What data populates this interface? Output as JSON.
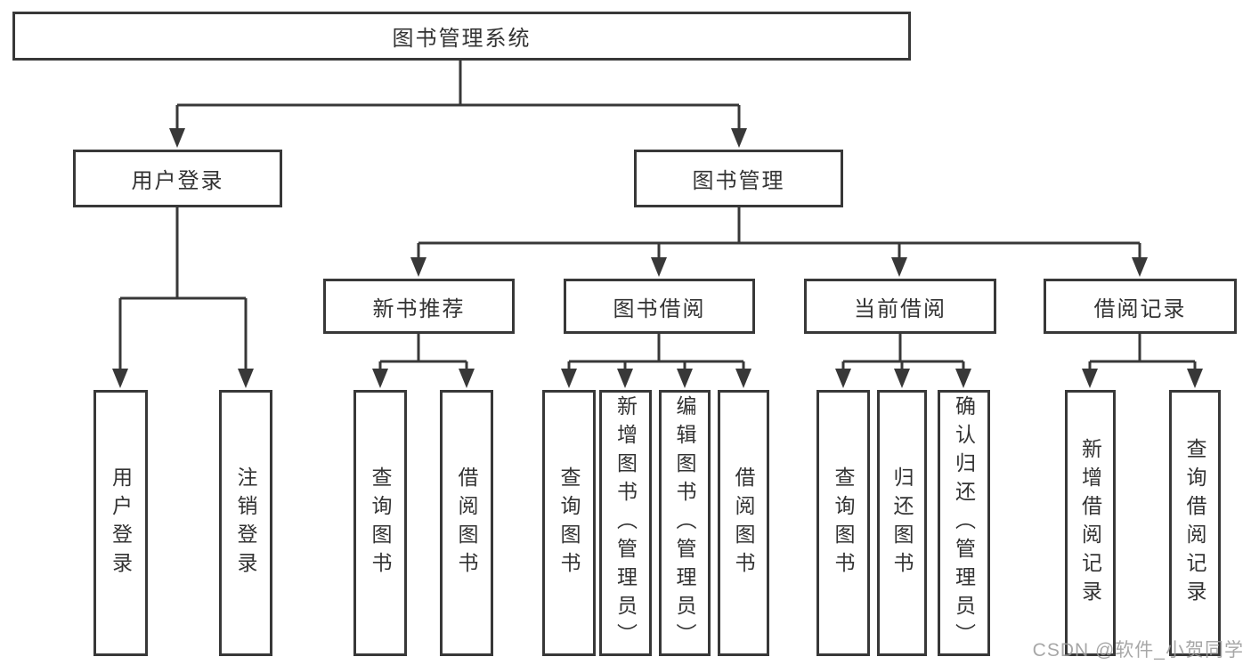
{
  "diagram": {
    "title": "图书管理系统",
    "level2": [
      {
        "label": "用户登录"
      },
      {
        "label": "图书管理"
      }
    ],
    "level3": [
      {
        "label": "新书推荐",
        "parent": "图书管理"
      },
      {
        "label": "图书借阅",
        "parent": "图书管理"
      },
      {
        "label": "当前借阅",
        "parent": "图书管理"
      },
      {
        "label": "借阅记录",
        "parent": "图书管理"
      }
    ],
    "leaves": [
      {
        "label": "用户登录",
        "parent": "用户登录"
      },
      {
        "label": "注销登录",
        "parent": "用户登录"
      },
      {
        "label": "查询图书",
        "parent": "新书推荐"
      },
      {
        "label": "借阅图书",
        "parent": "新书推荐"
      },
      {
        "label": "查询图书",
        "parent": "图书借阅"
      },
      {
        "label": "新增图书（管理员）",
        "parent": "图书借阅"
      },
      {
        "label": "编辑图书（管理员）",
        "parent": "图书借阅"
      },
      {
        "label": "借阅图书",
        "parent": "图书借阅"
      },
      {
        "label": "查询图书",
        "parent": "当前借阅"
      },
      {
        "label": "归还图书",
        "parent": "当前借阅"
      },
      {
        "label": "确认归还（管理员）",
        "parent": "当前借阅"
      },
      {
        "label": "新增借阅记录",
        "parent": "借阅记录"
      },
      {
        "label": "查询借阅记录",
        "parent": "借阅记录"
      }
    ]
  },
  "watermark": {
    "text": "CSDN @软件_小贺同学"
  },
  "colors": {
    "line": "#383838",
    "text": "#333333",
    "watermark": "#9b9b9b",
    "background": "#ffffff"
  }
}
